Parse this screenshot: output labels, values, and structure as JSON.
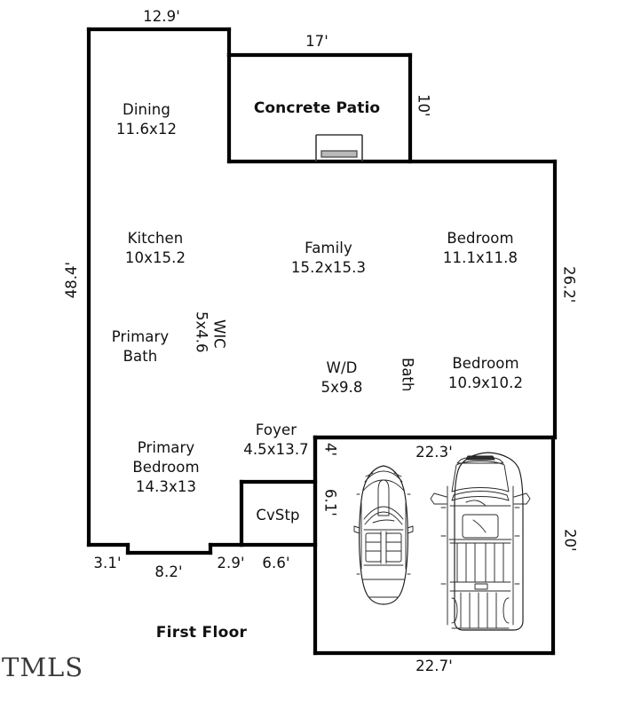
{
  "plan": {
    "title": "First Floor",
    "watermark": "TMLS",
    "ink_color": "#000000",
    "background_color": "#ffffff"
  },
  "rooms": [
    {
      "key": "dining",
      "name": "Dining",
      "size": "11.6x12",
      "bold": false
    },
    {
      "key": "concrete_patio",
      "name": "Concrete Patio",
      "size": "",
      "bold": true
    },
    {
      "key": "kitchen",
      "name": "Kitchen",
      "size": "10x15.2",
      "bold": false
    },
    {
      "key": "family",
      "name": "Family",
      "size": "15.2x15.3",
      "bold": false
    },
    {
      "key": "bedroom_upper",
      "name": "Bedroom",
      "size": "11.1x11.8",
      "bold": false
    },
    {
      "key": "primary_bath",
      "name": "Primary Bath",
      "size": "",
      "bold": false
    },
    {
      "key": "wic",
      "name": "WIC",
      "size": "5x4.6",
      "bold": false
    },
    {
      "key": "wd",
      "name": "W/D",
      "size": "5x9.8",
      "bold": false
    },
    {
      "key": "bath",
      "name": "Bath",
      "size": "",
      "bold": false
    },
    {
      "key": "bedroom_lower",
      "name": "Bedroom",
      "size": "10.9x10.2",
      "bold": false
    },
    {
      "key": "foyer",
      "name": "Foyer",
      "size": "4.5x13.7",
      "bold": false
    },
    {
      "key": "primary_bedroom",
      "name": "Primary Bedroom",
      "size": "14.3x13",
      "bold": false
    },
    {
      "key": "cvstp",
      "name": "CvStp",
      "size": "",
      "bold": false
    }
  ],
  "labels": {
    "dining_name": "Dining",
    "dining_size": "11.6x12",
    "patio_name": "Concrete Patio",
    "kitchen_name": "Kitchen",
    "kitchen_size": "10x15.2",
    "family_name": "Family",
    "family_size": "15.2x15.3",
    "bedroom_upper_name": "Bedroom",
    "bedroom_upper_size": "11.1x11.8",
    "primary_bath_line1": "Primary",
    "primary_bath_line2": "Bath",
    "wic_name": "WIC",
    "wic_size": "5x4.6",
    "wd_name": "W/D",
    "wd_size": "5x9.8",
    "bath_name": "Bath",
    "bedroom_lower_name": "Bedroom",
    "bedroom_lower_size": "10.9x10.2",
    "foyer_name": "Foyer",
    "foyer_size": "4.5x13.7",
    "primary_bedroom_line1": "Primary",
    "primary_bedroom_line2": "Bedroom",
    "primary_bedroom_size": "14.3x13",
    "cvstp_name": "CvStp"
  },
  "dimensions": {
    "dining_top": "12.9'",
    "patio_top": "17'",
    "patio_right": "10'",
    "house_left": "48.4'",
    "house_right": "26.2'",
    "foyer_right_upper": "4'",
    "foyer_right_lower": "6.1'",
    "garage_top": "22.3'",
    "garage_right": "20'",
    "garage_bottom": "22.7'",
    "bottom_step_left": "3.1'",
    "bottom_main": "8.2'",
    "bottom_step_right": "2.9'",
    "bottom_cvstp": "6.6'"
  },
  "vehicles": [
    {
      "key": "car",
      "type": "convertible-car",
      "label": ""
    },
    {
      "key": "truck",
      "type": "pickup-truck",
      "label": ""
    }
  ]
}
